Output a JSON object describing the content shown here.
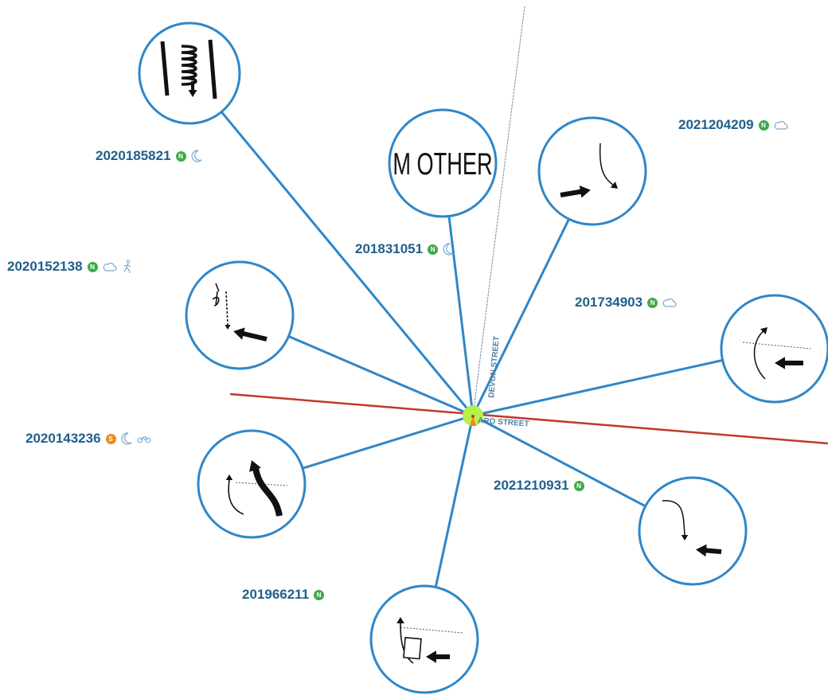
{
  "streets": {
    "street_1": "DEVON STREET",
    "street_2": "ARO STREET"
  },
  "colors": {
    "spoke": "#2f86c8",
    "crash_id": "#1f5f8b",
    "street_red": "#c0392b",
    "center": "#b6f04a",
    "badge_n": "#3fa94b",
    "badge_s": "#f08a1c"
  },
  "crashes": [
    {
      "id": "2020185821",
      "badge": "N",
      "conditions": [
        "moon-icon"
      ],
      "diagram": "spiral-between-lines"
    },
    {
      "id": "201831051",
      "badge": "N",
      "conditions": [
        "moon-icon"
      ],
      "diagram": "mother-text",
      "diagram_text": "M OTHER"
    },
    {
      "id": "2021204209",
      "badge": "N",
      "conditions": [
        "cloud-icon"
      ],
      "diagram": "right-arrow-curve-down"
    },
    {
      "id": "2020152138",
      "badge": "N",
      "conditions": [
        "cloud-icon",
        "pedestrian-icon"
      ],
      "diagram": "pedestrian-left-arrow"
    },
    {
      "id": "201734903",
      "badge": "N",
      "conditions": [
        "cloud-icon"
      ],
      "diagram": "left-arrow-uturn"
    },
    {
      "id": "2020143236",
      "badge": "S",
      "conditions": [
        "moon-icon",
        "motorcycle-icon"
      ],
      "diagram": "s-curve-left"
    },
    {
      "id": "2021210931",
      "badge": "N",
      "conditions": [],
      "diagram": "curve-down-left-arrow"
    },
    {
      "id": "201966211",
      "badge": "N",
      "conditions": [],
      "diagram": "vehicle-box-left-arrow"
    }
  ]
}
